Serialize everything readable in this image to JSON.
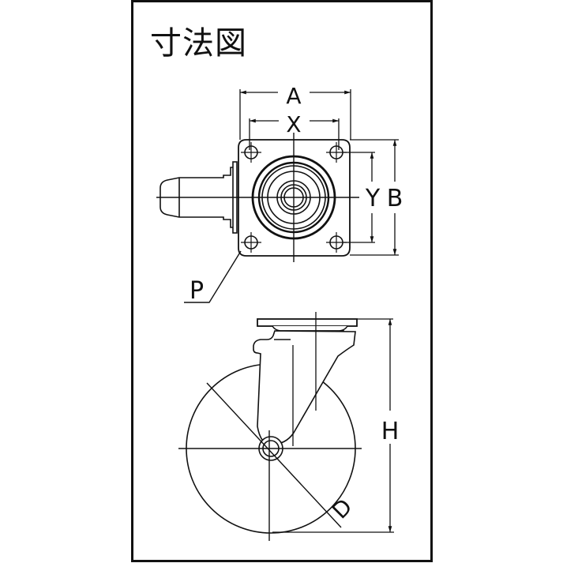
{
  "title": "寸法図",
  "colors": {
    "line": "#111111",
    "background": "#ffffff"
  },
  "top_view": {
    "labels": {
      "A": "A",
      "X": "X",
      "Y": "Y",
      "B": "B",
      "P": "P"
    }
  },
  "side_view": {
    "labels": {
      "H": "H",
      "D": "D"
    }
  }
}
